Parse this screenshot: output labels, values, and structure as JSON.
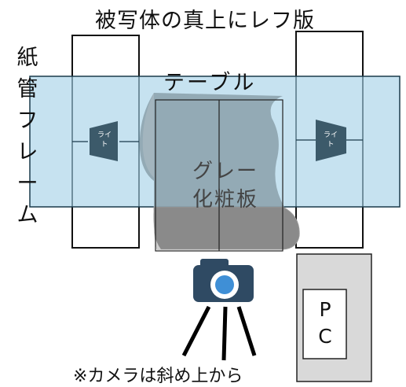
{
  "title": "被写体の真上にレフ版",
  "frame_label": [
    "紙",
    "管",
    "フ",
    "レ",
    "ー",
    "ム"
  ],
  "table_label": "テーブル",
  "gray_board_label": [
    "グレー",
    "化粧板"
  ],
  "light_label": [
    "ライ",
    "ト"
  ],
  "pc_label": [
    "P",
    "C"
  ],
  "note": "※カメラは斜め上から",
  "colors": {
    "table_fill": "#c6e2f0",
    "table_stroke": "#1a3a4a",
    "board_fill": "#8aa0aa",
    "board_bottom": "#8a8a8a",
    "light_fill": "#3c5a6a",
    "camera_body": "#2f4a63",
    "camera_lens": "#3f8fd6",
    "pc_fill": "#d9d9d9"
  },
  "icons": [
    "light-icon",
    "camera-icon",
    "tripod-icon"
  ]
}
